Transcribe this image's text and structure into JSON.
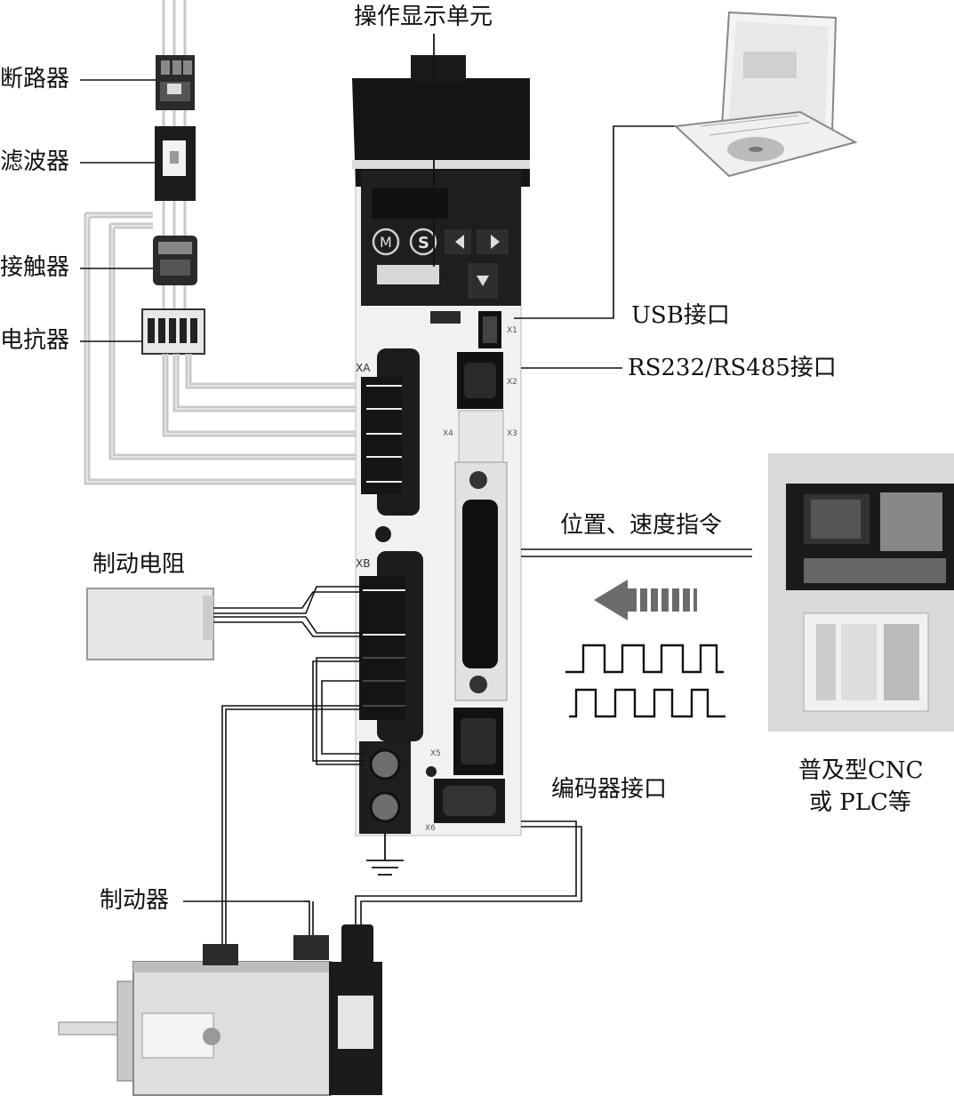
{
  "labels": {
    "operation_display": "操作显示单元",
    "breaker": "断路器",
    "filter": "滤波器",
    "contactor": "接触器",
    "reactor": "电抗器",
    "usb_port": "USB接口",
    "rs_port": "RS232/RS485接口",
    "position_speed_cmd": "位置、速度指令",
    "brake_resistor": "制动电阻",
    "encoder_port": "编码器接口",
    "brake": "制动器",
    "cnc_line1": "普及型CNC",
    "cnc_line2": "或 PLC等"
  },
  "drive_markings": {
    "xa": "XA",
    "xb": "XB",
    "x1": "X1",
    "x2": "X2",
    "x3": "X3",
    "x4": "X4",
    "x5": "X5",
    "x6": "X6",
    "m_button": "M",
    "s_button": "S"
  },
  "colors": {
    "wire_gray": "#c9c9c9",
    "line": "#111111",
    "drive_body": "#f1f1ef",
    "dark": "#1a1a1a",
    "arrow_gray": "#6b6b6b",
    "panel_bg": "#d9d9d9"
  },
  "icons": {
    "ground": "ground-symbol-icon",
    "arrow": "left-arrow-icon"
  }
}
